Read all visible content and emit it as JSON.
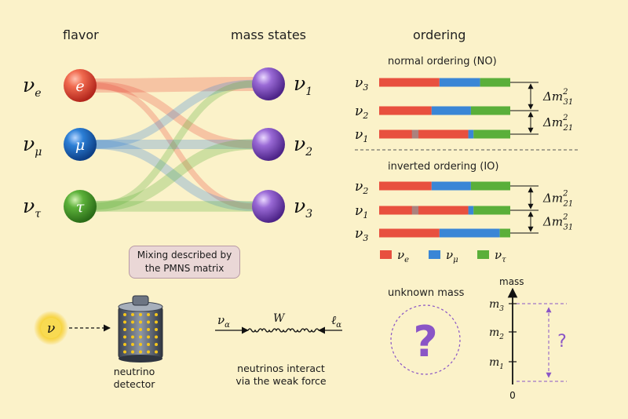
{
  "headers": {
    "flavor": "flavor",
    "mass_states": "mass states",
    "ordering": "ordering"
  },
  "flavor_states": [
    {
      "symbol": "ν",
      "sub": "e",
      "ball": "e",
      "color": "#e8503f"
    },
    {
      "symbol": "ν",
      "sub": "μ",
      "ball": "μ",
      "color": "#1f6fc8"
    },
    {
      "symbol": "ν",
      "sub": "τ",
      "ball": "τ",
      "color": "#4ea52f"
    }
  ],
  "mass_states": [
    {
      "symbol": "ν",
      "sub": "1",
      "color": "#8a55c6"
    },
    {
      "symbol": "ν",
      "sub": "2",
      "color": "#8a55c6"
    },
    {
      "symbol": "ν",
      "sub": "3",
      "color": "#8a55c6"
    }
  ],
  "mixing_note": [
    "Mixing described by",
    "the PMNS matrix"
  ],
  "normal_ordering": {
    "title": "normal ordering (NO)",
    "rows": [
      {
        "label": "3",
        "fractions": [
          0.46,
          0.31,
          0.23
        ]
      },
      {
        "label": "2",
        "fractions": [
          0.4,
          0.3,
          0.3
        ]
      },
      {
        "label": "1",
        "fractions": [
          0.68,
          0.04,
          0.28
        ]
      }
    ],
    "splittings": [
      {
        "sq": "2",
        "idx": "31"
      },
      {
        "sq": "2",
        "idx": "21"
      }
    ]
  },
  "inverted_ordering": {
    "title": "inverted ordering (IO)",
    "rows": [
      {
        "label": "2",
        "fractions": [
          0.4,
          0.3,
          0.3
        ]
      },
      {
        "label": "1",
        "fractions": [
          0.68,
          0.04,
          0.28
        ]
      },
      {
        "label": "3",
        "fractions": [
          0.46,
          0.46,
          0.08
        ]
      }
    ],
    "splittings": [
      {
        "sq": "2",
        "idx": "21"
      },
      {
        "sq": "2",
        "idx": "31"
      }
    ]
  },
  "legend": [
    {
      "symbol": "ν",
      "sub": "e",
      "color": "#e8503f"
    },
    {
      "symbol": "ν",
      "sub": "μ",
      "color": "#3a86d6"
    },
    {
      "symbol": "ν",
      "sub": "τ",
      "color": "#5aaf3a"
    }
  ],
  "detector": {
    "source": "ν",
    "label": [
      "neutrino",
      "detector"
    ]
  },
  "weak": {
    "incoming": "ν",
    "incoming_sub": "α",
    "boson": "W",
    "outgoing": "ℓ",
    "outgoing_sub": "α",
    "caption": [
      "neutrinos interact",
      "via the weak force"
    ]
  },
  "unknown_mass": {
    "title": "unknown mass",
    "symbol": "?"
  },
  "mass_scale": {
    "axis_label": "mass",
    "zero": "0",
    "levels": [
      {
        "sym": "m",
        "sub": "3"
      },
      {
        "sym": "m",
        "sub": "2"
      },
      {
        "sym": "m",
        "sub": "1"
      }
    ],
    "question": "?"
  },
  "colors": {
    "background": "#fbf2c9",
    "electron": "#e8503f",
    "muon": "#3a86d6",
    "tau": "#5aaf3a",
    "mass_state": "#8a55c6"
  }
}
